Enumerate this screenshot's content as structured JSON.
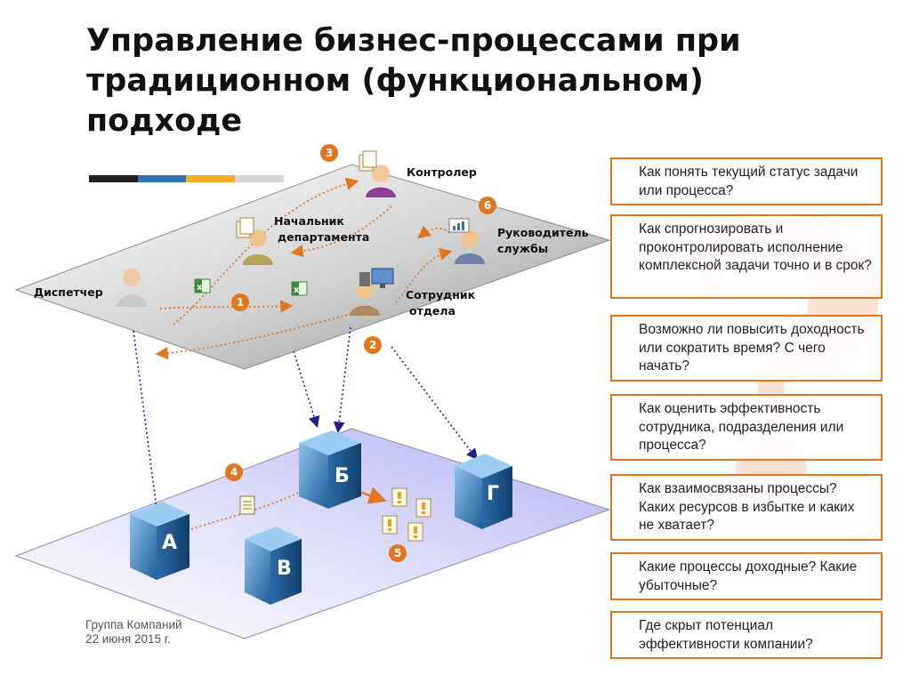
{
  "title_lines": [
    "Управление бизнес-процессами при",
    "традиционном (функциональном)",
    "подходе"
  ],
  "accent_bar_colors": [
    "#222222",
    "#2a74b8",
    "#f5ad28",
    "#d6d6d6"
  ],
  "colors": {
    "orange": "#e0761f",
    "question_mark": "#f7d9c2",
    "lower_plane": "#c4c4f7",
    "upper_plane": "#9a9a9a",
    "cube": "#3e7fbf",
    "connector": "#1f1f8c"
  },
  "roles": {
    "controller": "Контролер",
    "department_head": [
      "Начальник",
      "департамента"
    ],
    "service_head": [
      "Руководитель",
      "службы"
    ],
    "dispatcher": "Диспетчер",
    "department_employee": [
      "Сотрудник",
      "отдела"
    ]
  },
  "badges": [
    "1",
    "2",
    "3",
    "4",
    "5",
    "6"
  ],
  "processes": [
    "А",
    "Б",
    "В",
    "Г"
  ],
  "question_mark_glyph": "?",
  "questions": [
    "Как понять текущий статус задачи или процесса?",
    "Как спрогнозировать и проконтролировать исполнение комплексной задачи точно и в срок?",
    "Возможно ли повысить доходность или сократить время? С чего начать?",
    "Как оценить эффективность сотрудника, подразделения или процесса?",
    "Как взаимосвязаны процессы? Каких ресурсов в избытке и каких не хватает?",
    "Какие процессы доходные? Какие убыточные?",
    "Где скрыт потенциал эффективности компании?"
  ],
  "icons": [
    "person-icon",
    "document-icon",
    "excel-icon",
    "chart-icon",
    "computer-icon",
    "warning-document-icon"
  ],
  "footer": {
    "company": "Группа Компаний",
    "date": "22 июня 2015 г."
  }
}
